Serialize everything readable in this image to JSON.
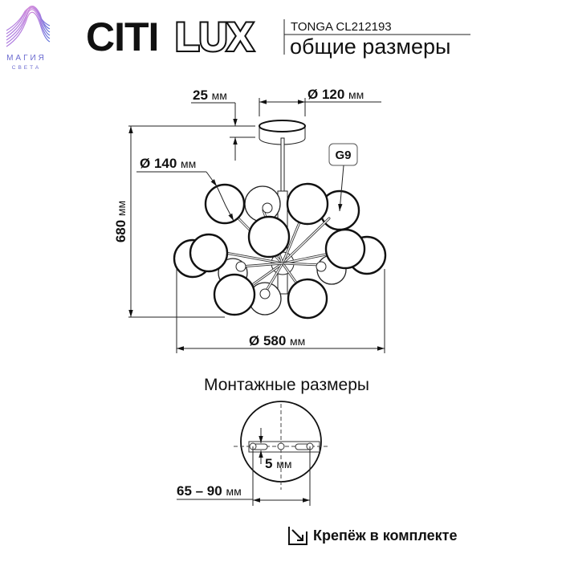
{
  "brand": {
    "logo_small_line1": "МАГИЯ",
    "logo_small_line2": "СВЕТА",
    "logo_main": "CITILUX",
    "logo_main_a": "CITI",
    "logo_main_b": "LUX"
  },
  "header": {
    "model": "TONGA CL212193",
    "subtitle": "общие размеры"
  },
  "dimensions": {
    "canopy_height": "25",
    "canopy_diameter": "Ø 120",
    "total_height": "680",
    "globe_diameter": "Ø 140",
    "total_diameter": "Ø 580",
    "unit": "мм",
    "socket": "G9"
  },
  "mounting": {
    "title": "Монтажные размеры",
    "slot_width": "5",
    "hole_spacing": "65 – 90",
    "unit": "мм"
  },
  "footer": {
    "fasteners_note": "Крепёж в комплекте"
  },
  "colors": {
    "logo_gradient_start": "#e88ad0",
    "logo_gradient_end": "#5b5fd6",
    "ink": "#111111"
  }
}
